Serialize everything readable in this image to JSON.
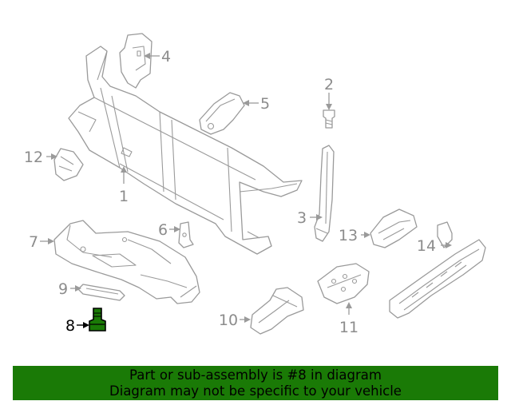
{
  "diagram": {
    "callouts": [
      "1",
      "2",
      "3",
      "4",
      "5",
      "6",
      "7",
      "9",
      "10",
      "11",
      "12",
      "13",
      "14"
    ],
    "highlighted_callout": "8",
    "highlight_color": "#1a7a06",
    "line_color": "#9a9a9a"
  },
  "banner": {
    "line1": "Part or sub-assembly is #8 in diagram",
    "line2": "Diagram may not be specific to your vehicle",
    "background": "#1a7a06"
  }
}
